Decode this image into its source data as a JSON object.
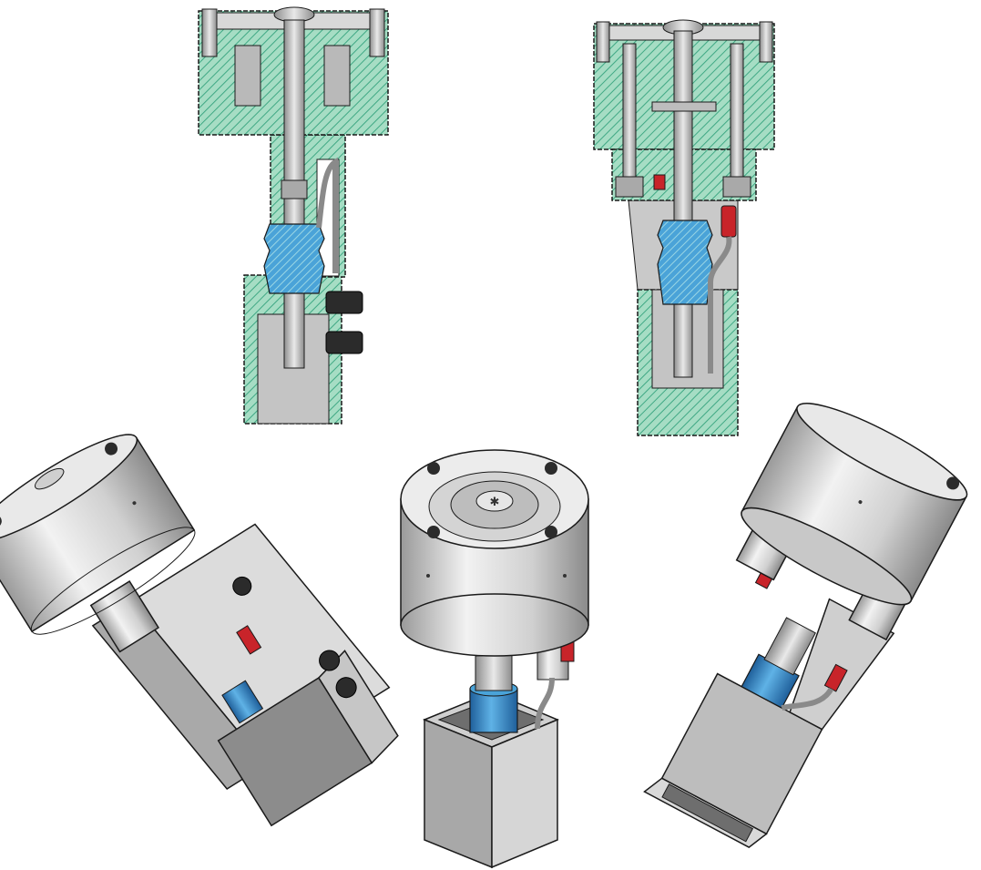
{
  "figure": {
    "views": [
      {
        "id": "section-left",
        "kind": "cross-section"
      },
      {
        "id": "section-right",
        "kind": "cross-section"
      },
      {
        "id": "iso-left",
        "kind": "isometric"
      },
      {
        "id": "iso-center",
        "kind": "isometric"
      },
      {
        "id": "iso-right",
        "kind": "isometric"
      }
    ],
    "colors": {
      "hatch_green": "#8fd3b4",
      "hatch_line": "#3fa884",
      "blue_part": "#3a8fd0",
      "red_part": "#c8242a",
      "metal_light": "#e4e4e4",
      "metal_mid": "#bdbdbd",
      "metal_dark": "#7a7a7a",
      "outline": "#1a1a1a"
    }
  }
}
